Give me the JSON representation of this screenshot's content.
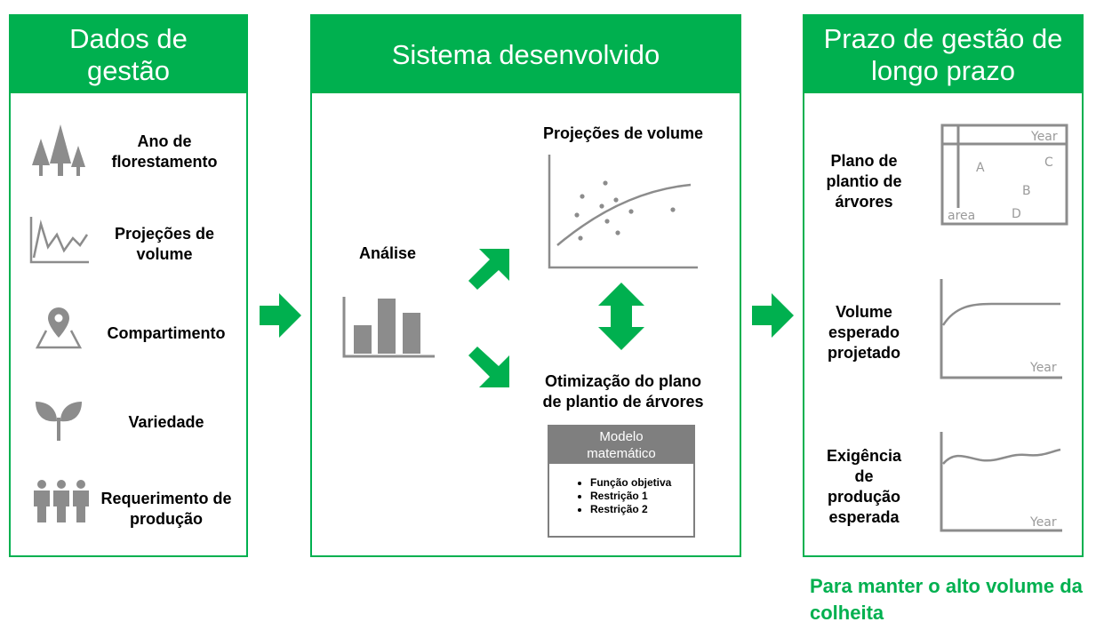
{
  "panels": {
    "left": {
      "title": "Dados de gestão",
      "items": [
        {
          "label": "Ano de florestamento",
          "icon": "trees-icon"
        },
        {
          "label": "Projeções de volume",
          "icon": "line-chart-icon"
        },
        {
          "label": "Compartimento",
          "icon": "map-pin-icon"
        },
        {
          "label": "Variedade",
          "icon": "sprout-icon"
        },
        {
          "label": "Requerimento de produção",
          "icon": "people-icon"
        }
      ]
    },
    "middle": {
      "title": "Sistema desenvolvido",
      "analysis_label": "Análise",
      "volume_projection_label": "Projeções de volume",
      "optimization_label": "Otimização do plano de plantio de árvores",
      "model": {
        "title": "Modelo matemático",
        "bullets": [
          "Função objetiva",
          "Restrição 1",
          "Restrição 2"
        ]
      }
    },
    "right": {
      "title": "Prazo de gestão de longo prazo",
      "items": [
        {
          "label": "Plano de plantio de árvores",
          "chart": {
            "x_label": "Year",
            "y_label": "area",
            "letters": [
              "A",
              "B",
              "C",
              "D"
            ]
          }
        },
        {
          "label": "Volume esperado projetado",
          "chart": {
            "x_label": "Year"
          }
        },
        {
          "label": "Exigência de produção esperada",
          "chart": {
            "x_label": "Year"
          }
        }
      ]
    }
  },
  "footer_note": "Para manter o alto volume da colheita",
  "colors": {
    "accent": "#00b04f",
    "icon_gray": "#8c8c8c",
    "model_header": "#7f7f7f"
  }
}
